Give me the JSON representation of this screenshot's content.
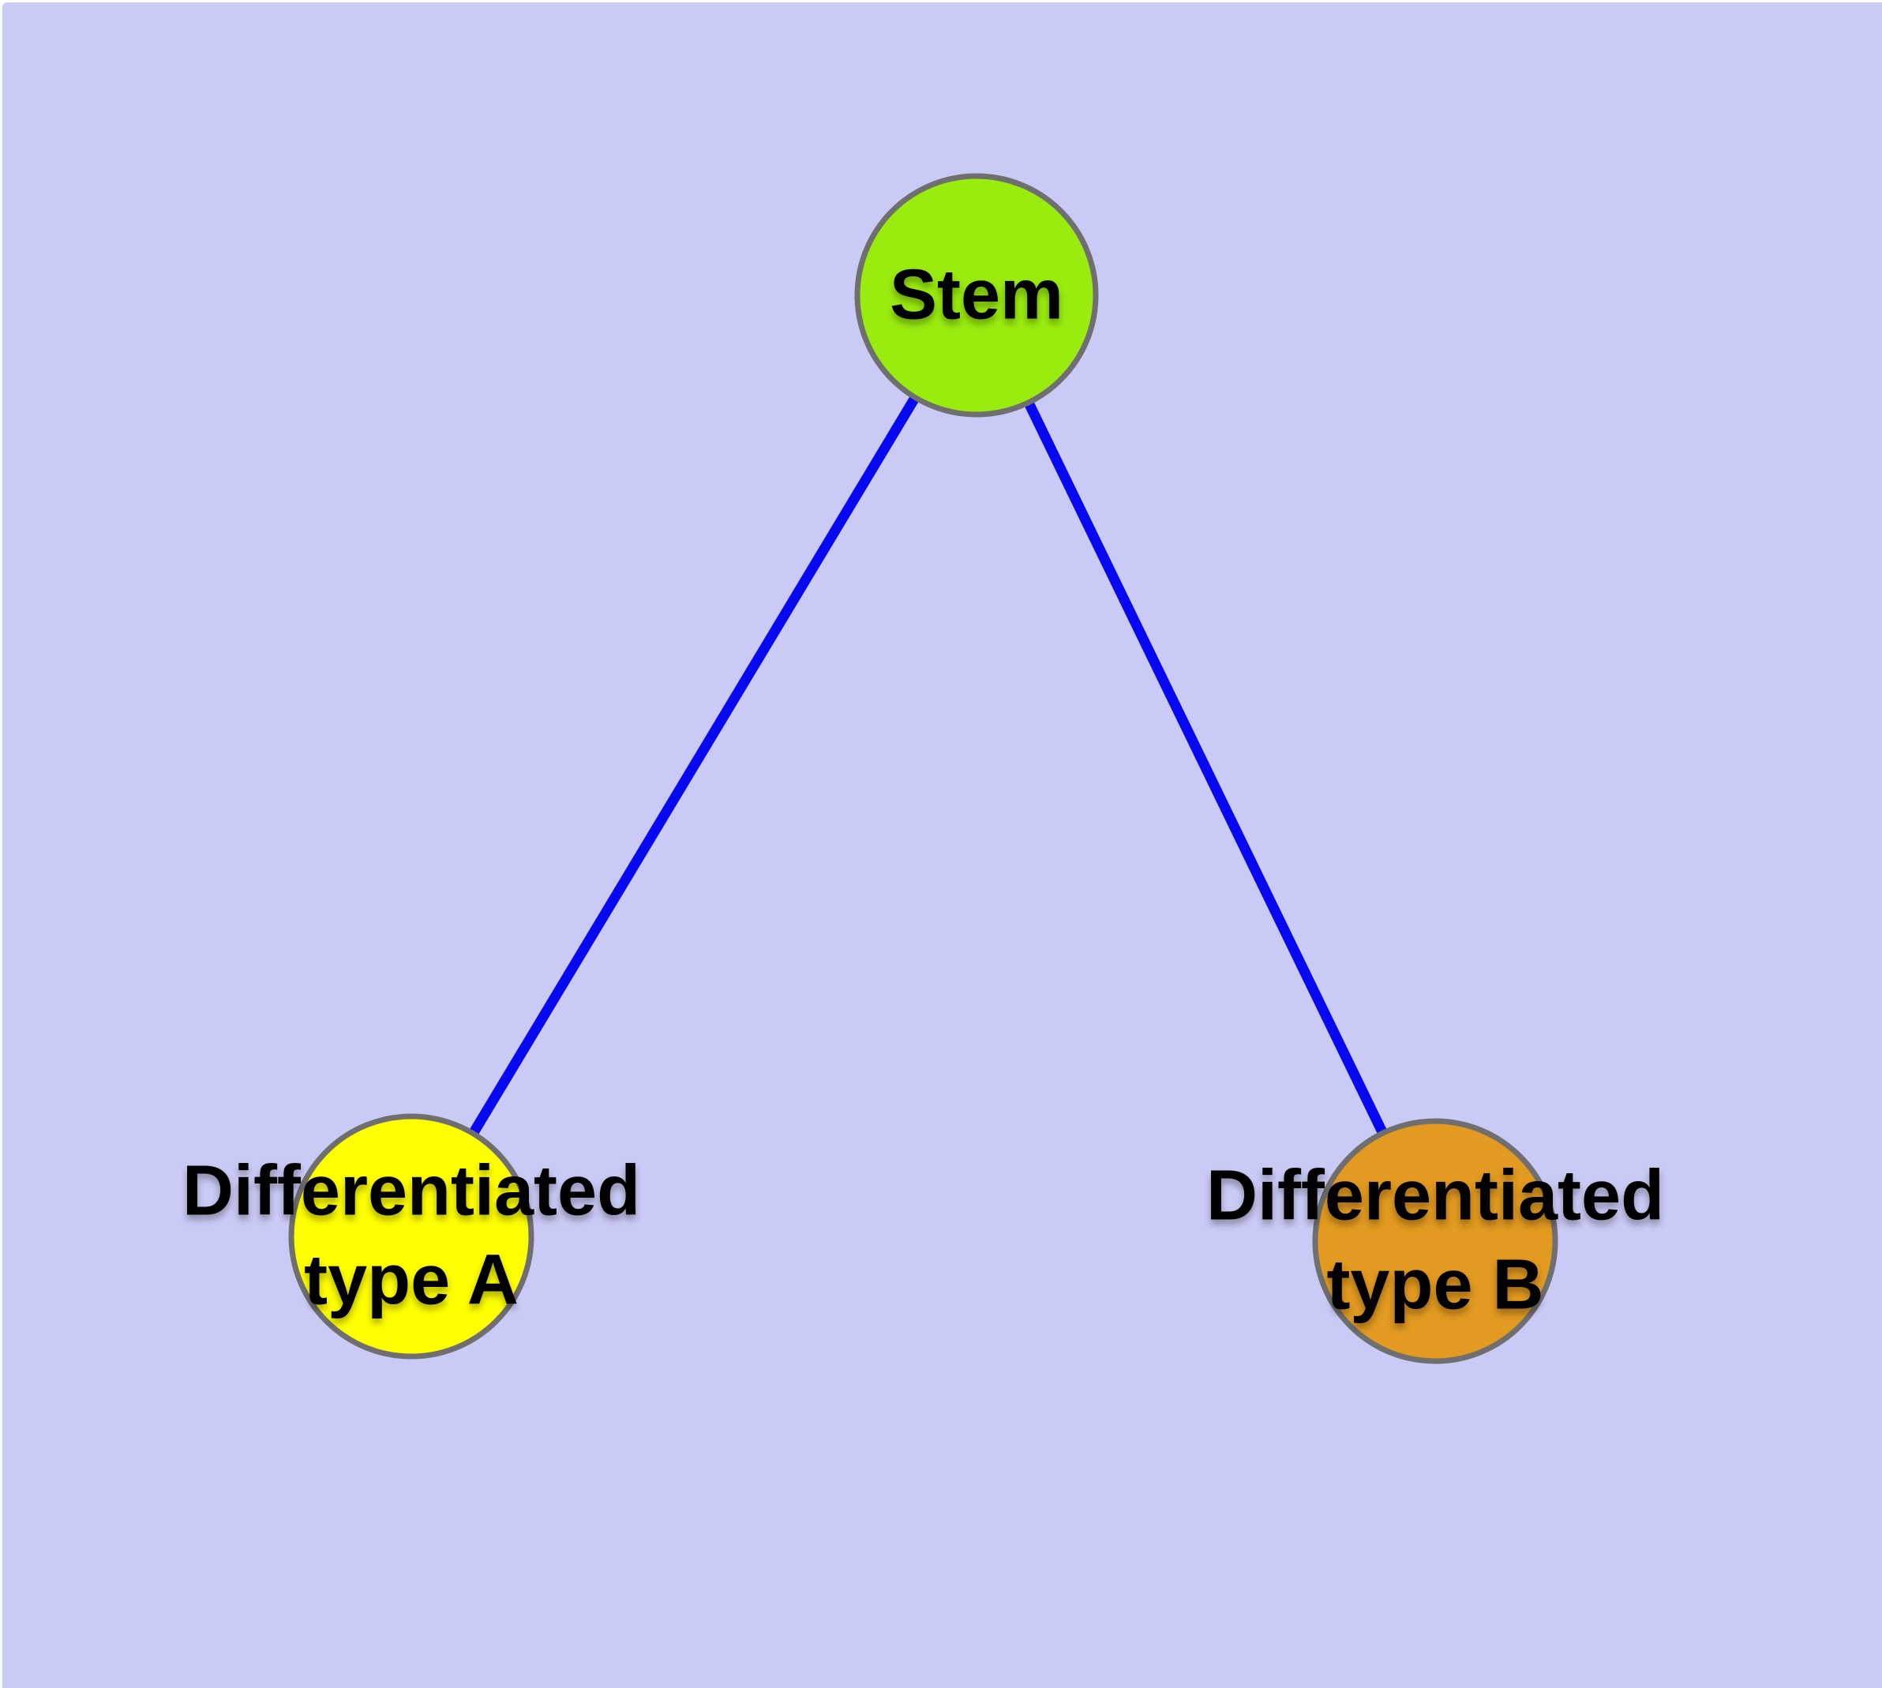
{
  "colors": {
    "background": "#CACAF6",
    "frame": "#FFFFFF",
    "node_border": "#6F6F6F",
    "edge": "#0808F0",
    "label_text": "#000000",
    "node_stem_fill": "#9AEC0F",
    "node_type_a_fill": "#FFFF00",
    "node_type_b_fill": "#E29A20"
  },
  "diagram": {
    "nodes": {
      "stem": {
        "label": "Stem"
      },
      "type_a": {
        "label_line1": "Differentiated",
        "label_line2": "type A"
      },
      "type_b": {
        "label_line1": "Differentiated",
        "label_line2": "type B"
      }
    },
    "edges": [
      {
        "from": "stem",
        "to": "type_a"
      },
      {
        "from": "stem",
        "to": "type_b"
      }
    ]
  }
}
